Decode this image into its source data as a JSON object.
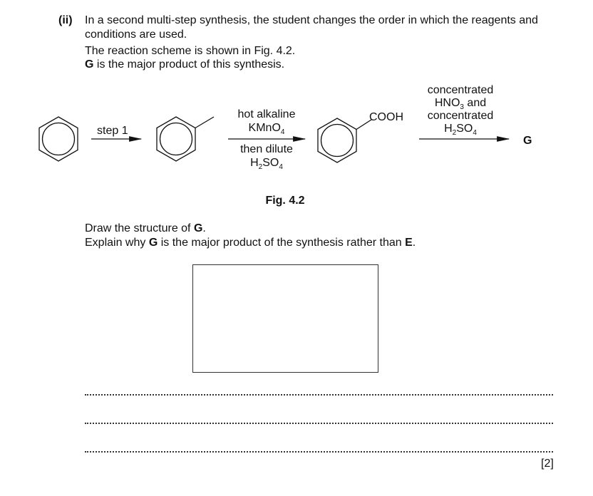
{
  "question": {
    "number": "(ii)",
    "line1": "In a second multi-step synthesis, the student changes the order in which the reagents and",
    "line2": "conditions are used.",
    "line3": "The reaction scheme is shown in Fig. 4.2.",
    "line4_bold": "G",
    "line4_rest": " is the major product of this synthesis."
  },
  "scheme": {
    "step1": "step 1",
    "reagent2_line1": "hot alkaline",
    "reagent2_kmno": "KMnO",
    "reagent2_sub": "4",
    "reagent2_line3": "then dilute",
    "reagent2_h": "H",
    "reagent2_h_sub": "2",
    "reagent2_so": "SO",
    "reagent2_so_sub": "4",
    "cooh": "COOH",
    "reagent3_line1": "concentrated",
    "reagent3_hno": "HNO",
    "reagent3_hno_sub": "3",
    "reagent3_and": " and",
    "reagent3_line3": "concentrated",
    "reagent3_h": "H",
    "reagent3_h_sub": "2",
    "reagent3_so": "SO",
    "reagent3_so_sub": "4",
    "product": "G",
    "caption": "Fig. 4.2"
  },
  "task": {
    "draw_pre": "Draw the structure of ",
    "draw_bold": "G",
    "draw_post": ".",
    "explain_pre": "Explain why ",
    "explain_bold1": "G",
    "explain_mid": " is the major product of the synthesis rather than ",
    "explain_bold2": "E",
    "explain_post": "."
  },
  "marks": "[2]"
}
